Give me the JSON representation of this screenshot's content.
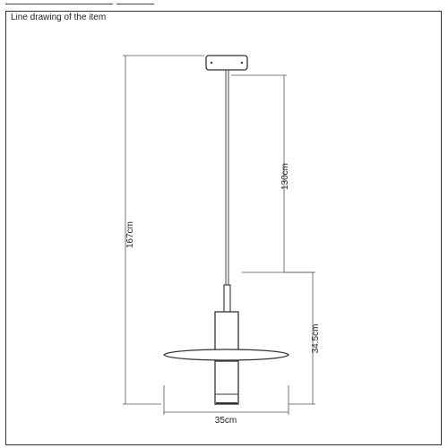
{
  "caption": "Line drawing of the item",
  "dimensions": {
    "total_height": "167cm",
    "cable_length": "130cm",
    "fixture_height": "34.5cm",
    "diameter": "35cm"
  }
}
